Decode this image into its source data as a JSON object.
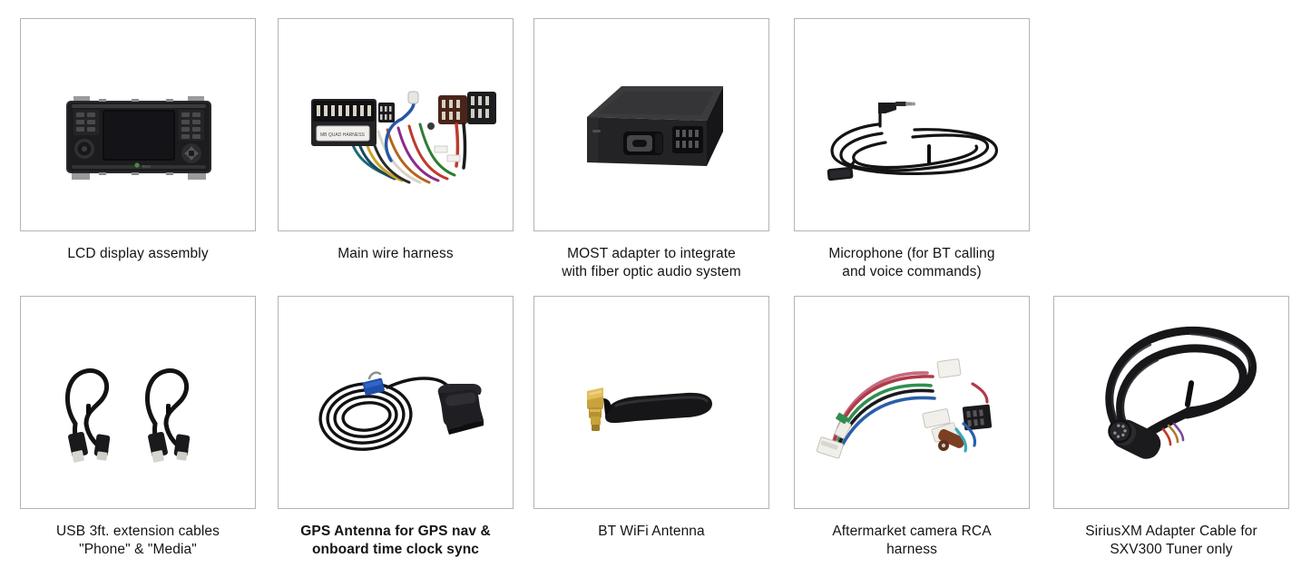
{
  "page": {
    "title": "Package contents grid",
    "background": "#ffffff",
    "border_color": "#b4b4b4",
    "text_color": "#141414",
    "columns": 5,
    "rows": 2
  },
  "items": [
    {
      "id": "lcd-display-assembly",
      "caption": "LCD display assembly",
      "bold": false,
      "image": "car-stereo-head-unit",
      "row": 1,
      "column": 1
    },
    {
      "id": "main-wire-harness",
      "caption": "Main wire harness",
      "bold": false,
      "image": "wire-harness-connectors",
      "row": 1,
      "column": 2
    },
    {
      "id": "most-adapter",
      "caption": "MOST adapter to integrate with fiber optic audio system",
      "caption_line1": "MOST adapter to integrate",
      "caption_line2": "with fiber optic audio system",
      "bold": false,
      "image": "black-adapter-box",
      "row": 1,
      "column": 3
    },
    {
      "id": "microphone",
      "caption": "Microphone (for BT calling and voice commands)",
      "caption_line1": "Microphone (for BT calling",
      "caption_line2": "and voice commands)",
      "bold": false,
      "image": "microphone-cable-coil",
      "row": 1,
      "column": 4
    },
    {
      "id": "usb-extension-cables",
      "caption": "USB 3ft. extension cables \"Phone\" & \"Media\"",
      "caption_line1": "USB 3ft. extension cables",
      "caption_line2": "\"Phone\" & \"Media\"",
      "bold": false,
      "image": "two-usb-cables",
      "row": 2,
      "column": 1
    },
    {
      "id": "gps-antenna",
      "caption": "GPS Antenna for GPS nav & onboard time clock sync",
      "caption_line1": "GPS Antenna for GPS nav &",
      "caption_line2": "onboard time clock sync",
      "bold": true,
      "image": "gps-puck-antenna",
      "row": 2,
      "column": 2
    },
    {
      "id": "bt-wifi-antenna",
      "caption": "BT WiFi Antenna",
      "bold": false,
      "image": "stubby-sma-antenna",
      "row": 2,
      "column": 3
    },
    {
      "id": "camera-rca-harness",
      "caption": "Aftermarket camera RCA harness",
      "caption_line1": "Aftermarket camera RCA",
      "caption_line2": "harness",
      "bold": false,
      "image": "rca-camera-harness",
      "row": 2,
      "column": 4
    },
    {
      "id": "siriusxm-adapter-cable",
      "caption": "SiriusXM Adapter Cable for SXV300 Tuner only",
      "caption_line1": "SiriusXM Adapter Cable for",
      "caption_line2": "SXV300 Tuner only",
      "bold": false,
      "image": "din-coiled-cable",
      "row": 2,
      "column": 5
    }
  ]
}
